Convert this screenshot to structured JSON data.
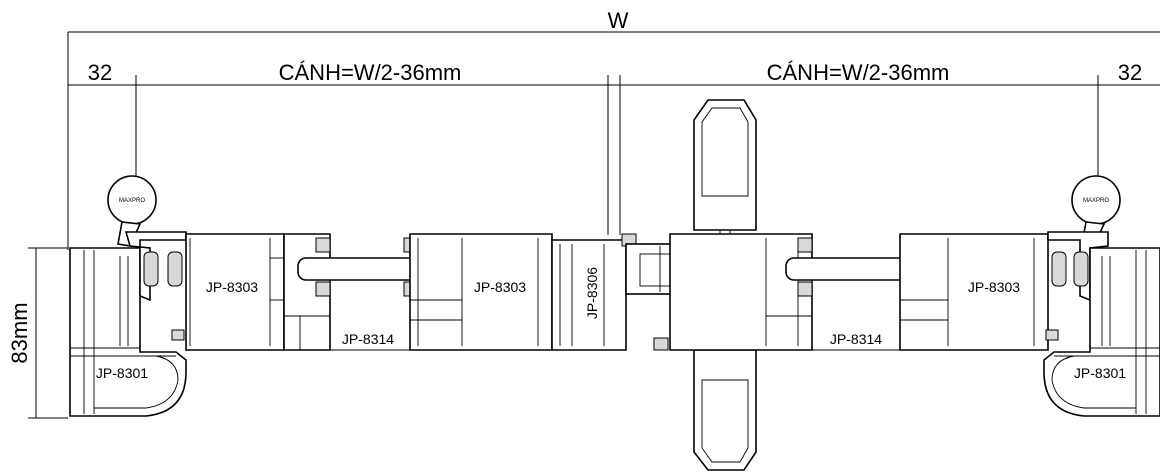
{
  "dimensions": {
    "overall_width": "W",
    "left_margin": "32",
    "right_margin": "32",
    "left_sash": "CÁNH=W/2-36mm",
    "right_sash": "CÁNH=W/2-36mm",
    "height": "83mm"
  },
  "brand_label": "MAXPRO",
  "profiles": {
    "frame_left": "JP-8301",
    "frame_right": "JP-8301",
    "sash_left_1": "JP-8303",
    "sash_left_2": "JP-8303",
    "sash_right": "JP-8303",
    "bead_left": "JP-8314",
    "bead_right": "JP-8314",
    "mullion": "JP-8306"
  },
  "colors": {
    "line": "#000000",
    "fill": "#ffffff",
    "gasket": "#d9d9d9"
  }
}
